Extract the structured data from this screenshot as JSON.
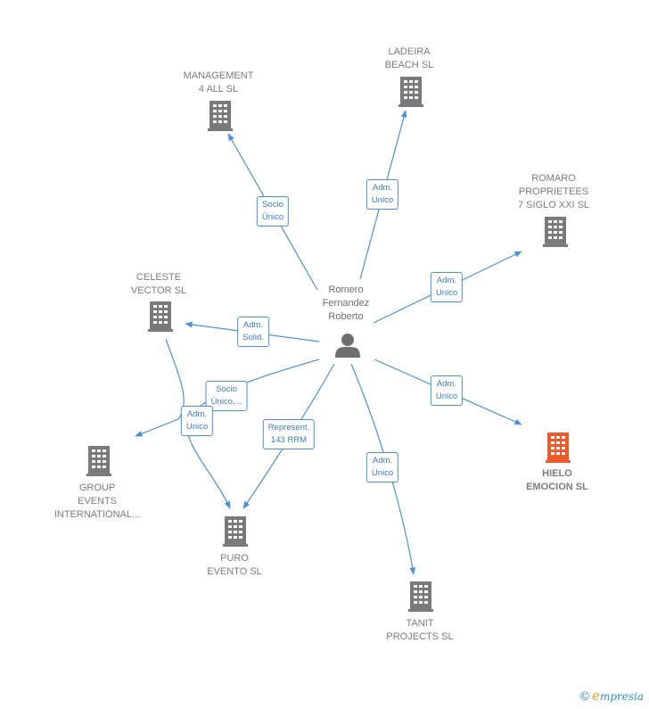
{
  "person": {
    "name": "Romero\nFernandez\nRoberto",
    "icon": "person-icon"
  },
  "companies": [
    {
      "id": "management",
      "name": "MANAGEMENT\n4 ALL  SL",
      "highlight": false
    },
    {
      "id": "ladeira",
      "name": "LADEIRA\nBEACH SL",
      "highlight": false
    },
    {
      "id": "romaro",
      "name": "ROMARO\nPROPRIETEES\n7 SIGLO XXI SL",
      "highlight": false
    },
    {
      "id": "celeste",
      "name": "CELESTE\nVECTOR SL",
      "highlight": false
    },
    {
      "id": "hielo",
      "name": "HIELO\nEMOCION SL",
      "highlight": true
    },
    {
      "id": "group",
      "name": "GROUP\nEVENTS\nINTERNATIONAL...",
      "highlight": false
    },
    {
      "id": "puro",
      "name": "PURO\nEVENTO SL",
      "highlight": false
    },
    {
      "id": "tanit",
      "name": "TANIT\nPROJECTS SL",
      "highlight": false
    }
  ],
  "relations": [
    {
      "to": "management",
      "label": "Socio\nÚnico"
    },
    {
      "to": "ladeira",
      "label": "Adm.\nUnico"
    },
    {
      "to": "romaro",
      "label": "Adm.\nUnico"
    },
    {
      "to": "celeste",
      "label": "Adm.\nSolid."
    },
    {
      "to": "hielo",
      "label": "Adm.\nUnico"
    },
    {
      "to": "puro",
      "label": "Socio\nÚnico,..."
    },
    {
      "to": "group",
      "label": "Adm.\nUnico"
    },
    {
      "to": "puro",
      "label": "Represent.\n143 RRM"
    },
    {
      "to": "tanit",
      "label": "Adm.\nUnico"
    }
  ],
  "colors": {
    "edge": "#4a90d9",
    "building": "#7a7a7a",
    "building_highlight": "#f05a28",
    "edge_label_text": "#3a7cc7"
  },
  "icons": {
    "building": "building-icon"
  },
  "footer": {
    "copyright": "©",
    "brand_initial": "e",
    "brand_rest": "mpresia"
  }
}
